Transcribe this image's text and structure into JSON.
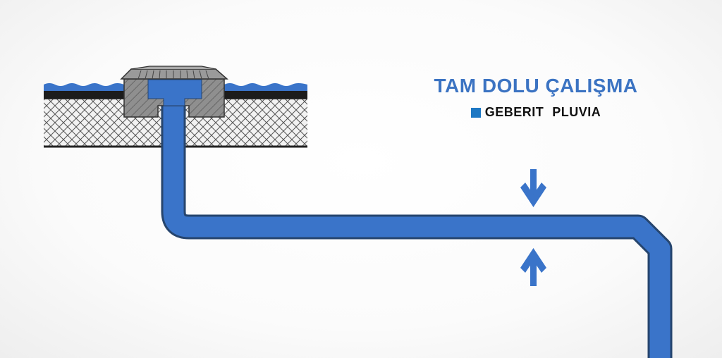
{
  "title": "TAM DOLU ÇALIŞMA",
  "brand": {
    "name": "GEBERIT",
    "product": "PLUVIA",
    "square_icon": "brand-square-icon"
  },
  "colors": {
    "water": "#3a74c9",
    "pipe_outline": "#26456e",
    "title": "#3b73c2",
    "brand_square": "#1d78c4",
    "drain_body": "#8f8f8f",
    "insulation_line": "#4a4a4a"
  },
  "icons": {
    "arrow_down": "arrow-down-icon",
    "arrow_up": "arrow-up-icon",
    "roof_drain": "roof-drain-icon"
  }
}
